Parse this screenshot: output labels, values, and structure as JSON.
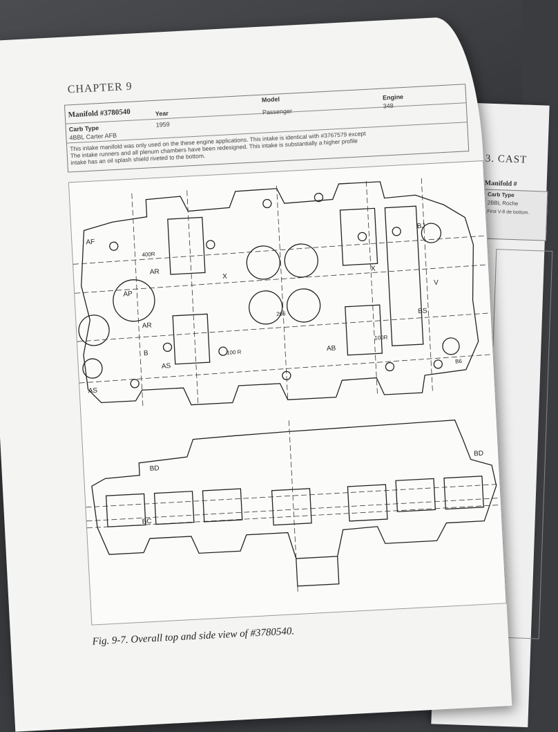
{
  "chapter_heading": "CHAPTER 9",
  "manifold_title": "Manifold #3780540",
  "table": {
    "headers": {
      "carb_type": "Carb Type",
      "year": "Year",
      "model": "Model",
      "engine": "Engine"
    },
    "values": {
      "carb_type": "4BBL Carter AFB",
      "year": "1959",
      "model": "Passenger",
      "engine": "348"
    }
  },
  "description_lines": [
    "This intake manifold was only used on the these engine applications. This intake is identical with #3767579 except",
    "The intake runners and all plenum chambers have been redesigned. This intake is substantially a higher profile",
    "intake has an oil splash shield riveted to the bottom."
  ],
  "drawing_labels": {
    "af": "AF",
    "ap": "AP",
    "ar_top": "AR",
    "ar": "AR",
    "as_left": "AS",
    "as": "AS",
    "b": "B",
    "r400_top": "400R",
    "x_left": "X",
    "x_right": "X",
    "bj": "BJ",
    "bs": "BS",
    "v": "V",
    "dim266": "266",
    "r100_left": "100 R",
    "ab": "AB",
    "r100_right": "100R",
    "b6": "B6",
    "bd_left": "BD",
    "bd_right": "BD",
    "bc": "BC"
  },
  "figure_caption": "Fig. 9-7. Overall top and side view of #3780540.",
  "right_page": {
    "chapter": "3. CAST",
    "manifold": "Manifold #",
    "carb_type": "Carb Type",
    "carb_value": "2BBL Roche",
    "desc": "First V-8 de bottom."
  }
}
